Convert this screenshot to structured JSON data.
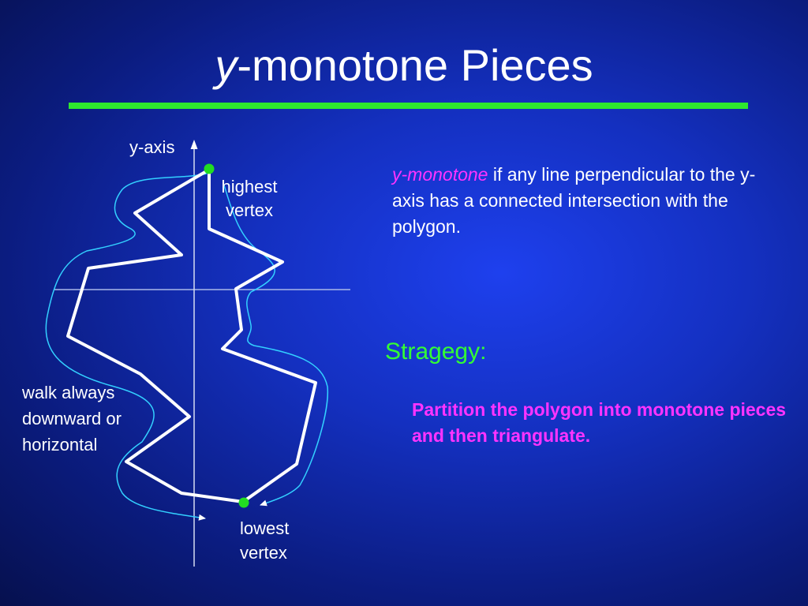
{
  "slide": {
    "title_italic": "y",
    "title_rest": "-monotone Pieces"
  },
  "diagram": {
    "y_axis_label": "y-axis",
    "highest_vertex_line1": "highest",
    "highest_vertex_line2": "vertex",
    "lowest_vertex_line1": "lowest",
    "lowest_vertex_line2": "vertex",
    "walk_line1": "walk always",
    "walk_line2": "downward or",
    "walk_line3": "horizontal"
  },
  "definition": {
    "term": "y-monotone",
    "text": " if any line perpendicular to the y-axis has a connected intersection with the polygon."
  },
  "strategy": {
    "heading": "Stragegy:",
    "text": "Partition the polygon into monotone pieces and then triangulate."
  },
  "colors": {
    "title_rule": "#2ee82e",
    "vertex_dot": "#22dd22",
    "walk_path": "#33d0ff",
    "term": "#ff33ff",
    "heading": "#33ff33"
  }
}
